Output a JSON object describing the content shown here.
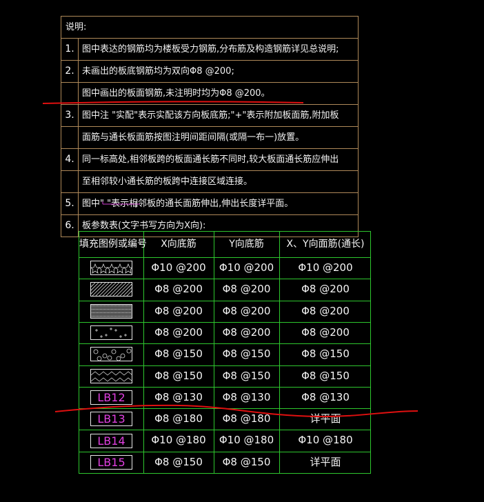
{
  "notes": {
    "header": "说明:",
    "items": [
      {
        "num": "1.",
        "text": "图中表达的钢筋均为楼板受力钢筋,分布筋及构造钢筋详见总说明;"
      },
      {
        "num": "2.",
        "text": "未画出的板底钢筋均为双向Φ8 @200;"
      },
      {
        "num": "",
        "text": "图中画出的板面钢筋,未注明时均为Φ8 @200。"
      },
      {
        "num": "3.",
        "text": "图中注 \"实配\"表示实配该方向板底筋;\"+\"表示附加板面筋,附加板"
      },
      {
        "num": "",
        "text": "面筋与通长板面筋按图注明间距间隔(或隔一布一)放置。"
      },
      {
        "num": "4.",
        "text": "同一标高处,相邻板跨的板面通长筋不同时,较大板面通长筋应伸出"
      },
      {
        "num": "",
        "text": "至相邻较小通长筋的板跨中连接区域连接。"
      },
      {
        "num": "5.",
        "text": "图中\"              \"表示相邻板的通长面筋伸出,伸出长度详平面。"
      },
      {
        "num": "6.",
        "text": "板参数表(文字书写方向为X向):"
      }
    ]
  },
  "table": {
    "headers": [
      "填充图例或编号",
      "X向底筋",
      "Y向底筋",
      "X、Y向面筋(通长)"
    ],
    "rows": [
      {
        "legend": "star-hatch",
        "x": "Φ10 @200",
        "y": "Φ10 @200",
        "xy": "Φ10 @200"
      },
      {
        "legend": "diagonal-hatch",
        "x": "Φ8 @200",
        "y": "Φ8 @200",
        "xy": "Φ8 @200"
      },
      {
        "legend": "dense-dot-hatch",
        "x": "Φ8 @200",
        "y": "Φ8 @200",
        "xy": "Φ8 @200"
      },
      {
        "legend": "plus-hatch",
        "x": "Φ8 @200",
        "y": "Φ8 @200",
        "xy": "Φ8 @200"
      },
      {
        "legend": "circle-hatch",
        "x": "Φ8 @150",
        "y": "Φ8 @150",
        "xy": "Φ8 @150"
      },
      {
        "legend": "zigzag-hatch",
        "x": "Φ8 @150",
        "y": "Φ8 @150",
        "xy": "Φ8 @150"
      },
      {
        "legend": "LB12",
        "x": "Φ8 @130",
        "y": "Φ8 @130",
        "xy": "Φ8 @130"
      },
      {
        "legend": "LB13",
        "x": "Φ8 @180",
        "y": "Φ8 @180",
        "xy": "详平面"
      },
      {
        "legend": "LB14",
        "x": "Φ10 @180",
        "y": "Φ10 @180",
        "xy": "Φ10 @180"
      },
      {
        "legend": "LB15",
        "x": "Φ8 @150",
        "y": "Φ8 @150",
        "xy": "详平面"
      }
    ]
  },
  "colors": {
    "background": "#000000",
    "notes_border": "#b08a5a",
    "table_border": "#2ec82e",
    "tag_text": "#e040e0",
    "markup": "#e01010"
  }
}
